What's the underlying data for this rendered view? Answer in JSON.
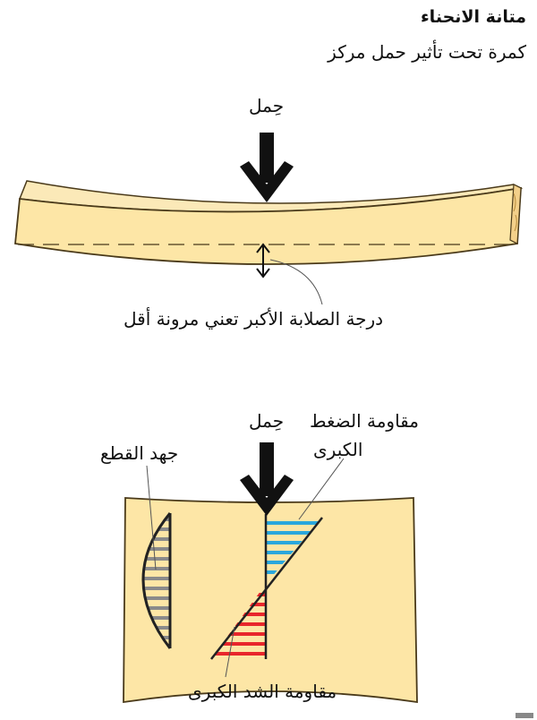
{
  "header": {
    "title": "متانة الانحناء",
    "subtitle": "كمرة تحت تأثير حمل مركز"
  },
  "diagram1": {
    "load_label": "حِمل",
    "stiffness_label": "درجة الصلابة الأكبر تعني مرونة أقل"
  },
  "diagram2": {
    "load_label": "حِمل",
    "compression_label_line1": "مقاومة الضغط",
    "compression_label_line2": "الكبرى",
    "shear_label": "جهد القطع",
    "tension_label": "مقاومة الشد الكبرى"
  },
  "colors": {
    "wood_fill": "#fde6a6",
    "wood_edge": "#4a3a1a",
    "compression": "#2aa7dc",
    "tension": "#e8262c",
    "shear": "#8a8a8a",
    "arrow": "#111111"
  }
}
